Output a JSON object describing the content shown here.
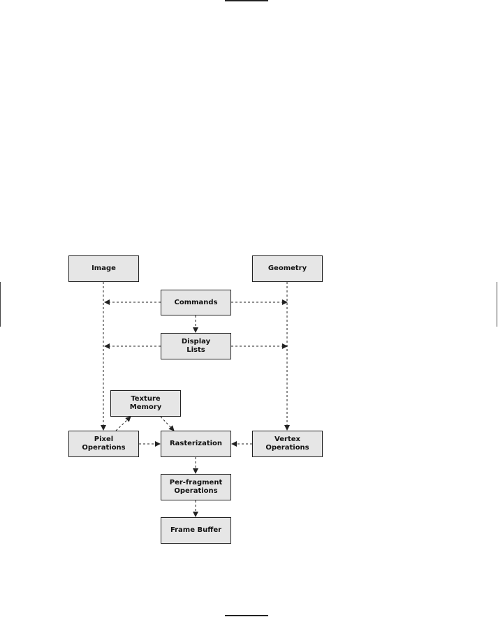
{
  "diagram": {
    "boxes": {
      "image": "Image",
      "geometry": "Geometry",
      "commands": "Commands",
      "display_lists": "Display\nLists",
      "texture_memory": "Texture\nMemory",
      "pixel_operations": "Pixel\nOperations",
      "rasterization": "Rasterization",
      "vertex_operations": "Vertex\nOperations",
      "per_fragment_operations": "Per-fragment\nOperations",
      "frame_buffer": "Frame Buffer"
    },
    "colors": {
      "box_fill": "#e6e6e6",
      "stroke": "#222222",
      "background": "#ffffff"
    },
    "edges": [
      {
        "from": "commands",
        "to": "image-column",
        "style": "dashed"
      },
      {
        "from": "commands",
        "to": "geometry-column",
        "style": "dashed"
      },
      {
        "from": "commands",
        "to": "display_lists",
        "style": "dashed"
      },
      {
        "from": "display_lists",
        "to": "image-column",
        "style": "dashed"
      },
      {
        "from": "display_lists",
        "to": "geometry-column",
        "style": "dashed"
      },
      {
        "from": "image",
        "to": "pixel_operations",
        "style": "dashed"
      },
      {
        "from": "geometry",
        "to": "vertex_operations",
        "style": "dashed"
      },
      {
        "from": "pixel_operations",
        "to": "texture_memory",
        "style": "dashed"
      },
      {
        "from": "texture_memory",
        "to": "rasterization",
        "style": "dashed"
      },
      {
        "from": "pixel_operations",
        "to": "rasterization",
        "style": "dashed"
      },
      {
        "from": "vertex_operations",
        "to": "rasterization",
        "style": "dashed"
      },
      {
        "from": "rasterization",
        "to": "per_fragment_operations",
        "style": "dashed"
      },
      {
        "from": "per_fragment_operations",
        "to": "frame_buffer",
        "style": "dashed"
      }
    ]
  }
}
